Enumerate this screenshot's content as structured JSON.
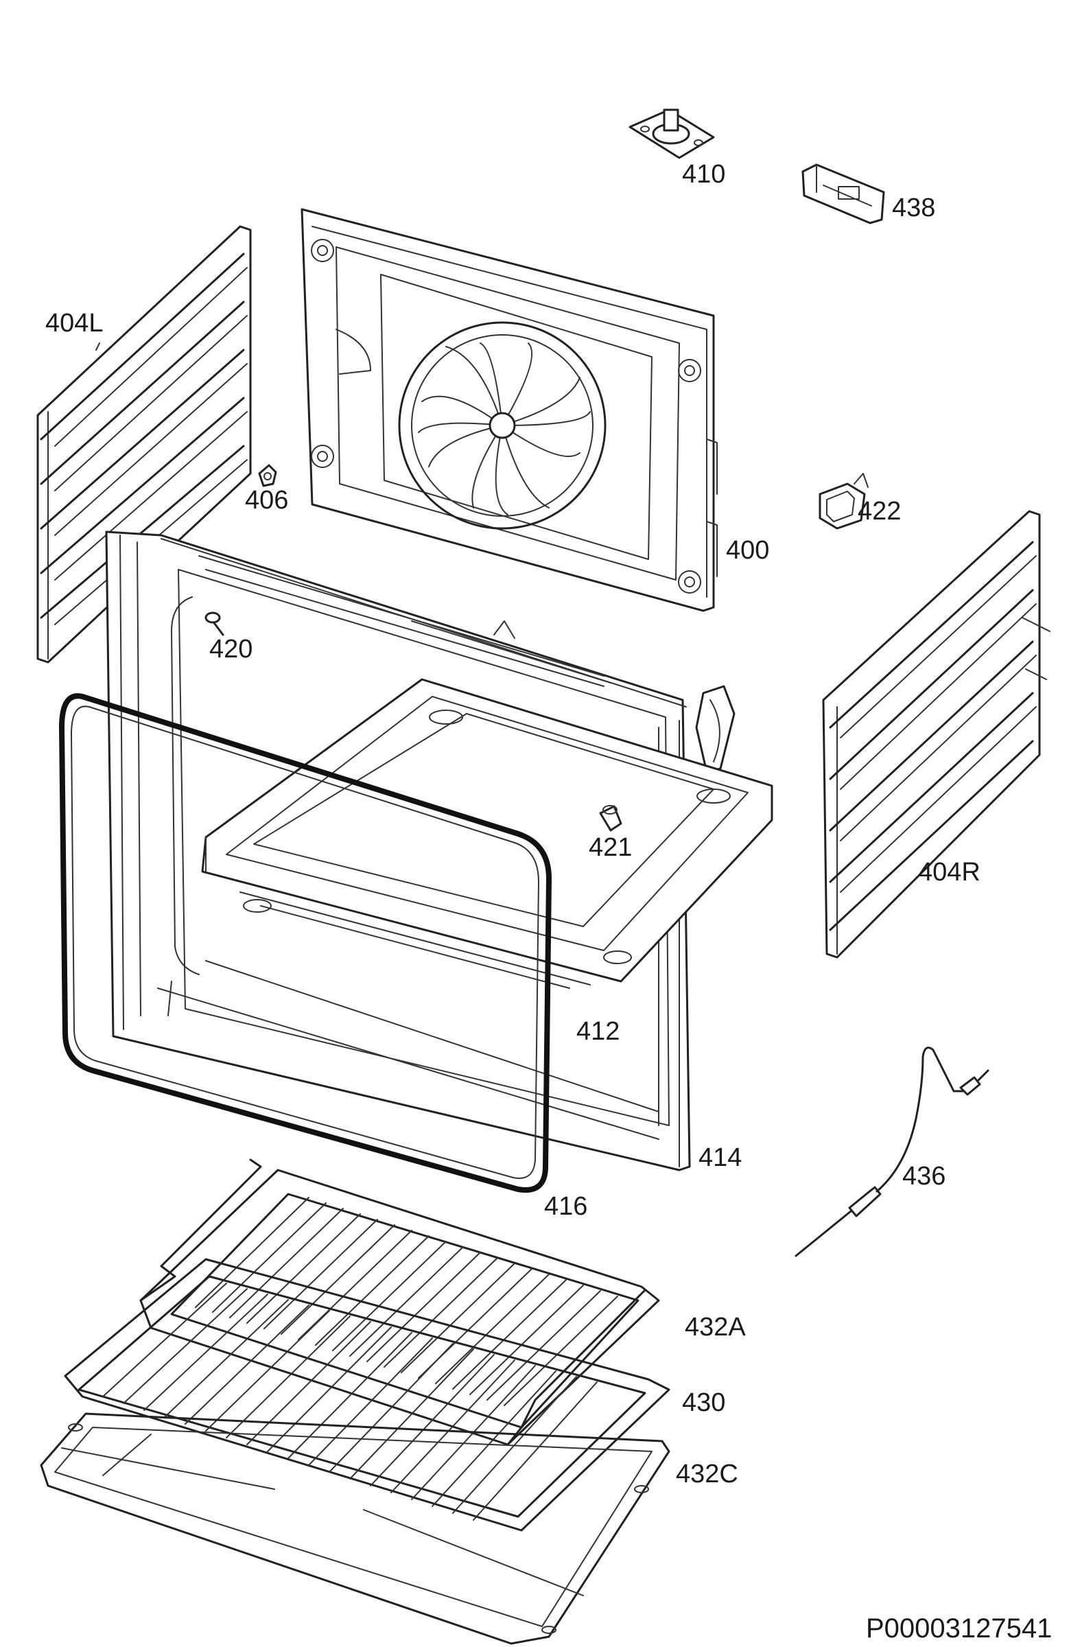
{
  "labels": {
    "l410": "410",
    "l438": "438",
    "l404L": "404L",
    "l406": "406",
    "l422": "422",
    "l400": "400",
    "l420": "420",
    "l421": "421",
    "l404R": "404R",
    "l412": "412",
    "l414": "414",
    "l416": "416",
    "l436": "436",
    "l432A": "432A",
    "l430": "430",
    "l432C": "432C"
  },
  "document_code": "P00003127541"
}
